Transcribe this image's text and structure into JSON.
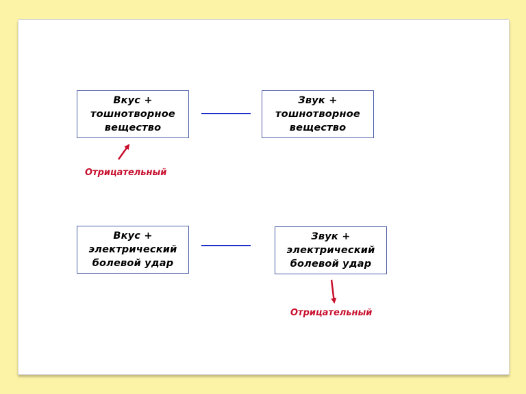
{
  "background_color": "#FDF3A6",
  "accent_colors": {
    "box_border": "#4A5BA8",
    "connector": "#1F2FC8",
    "label_and_arrow": "#C8102E"
  },
  "row1": {
    "left_box": [
      "Вкус +",
      "тошнотворное",
      "вещество"
    ],
    "right_box": [
      "Звук +",
      "тошнотворное",
      "вещество"
    ],
    "label": "Отрицательный"
  },
  "row2": {
    "left_box": [
      "Вкус +",
      "электрический",
      "болевой удар"
    ],
    "right_box": [
      "Звук +",
      "электрический",
      "болевой удар"
    ],
    "label": "Отрицательный"
  }
}
